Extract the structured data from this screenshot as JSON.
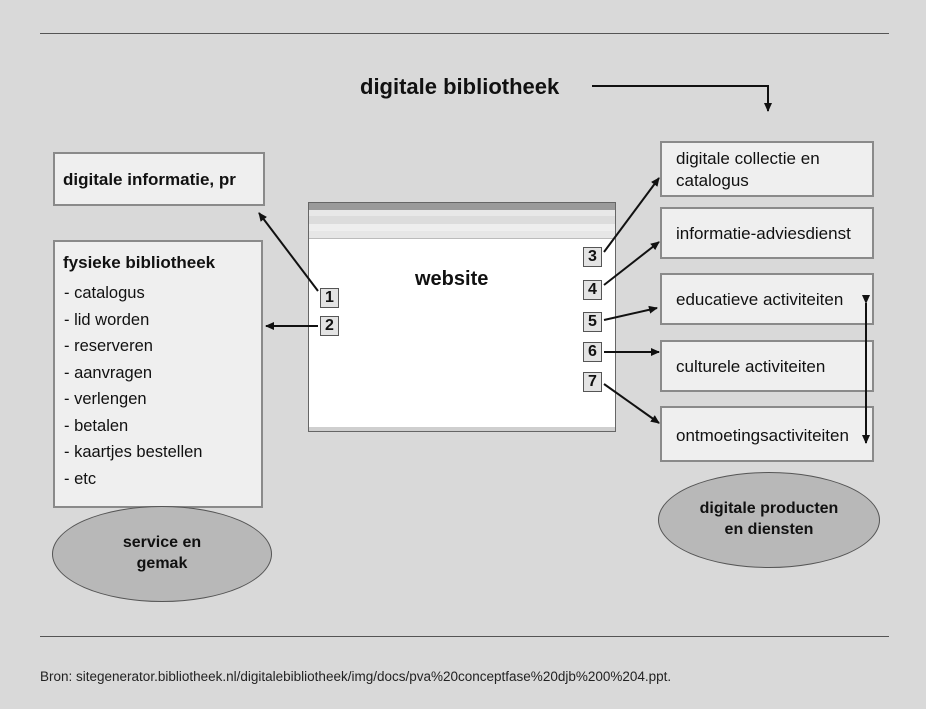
{
  "title": "digitale bibliotheek",
  "center_label": "website",
  "left": {
    "info_box": "digitale informatie, pr",
    "fysiek_title": "fysieke bibliotheek",
    "fysiek_items": [
      "- catalogus",
      "- lid worden",
      "- reserveren",
      "- aanvragen",
      "- verlengen",
      "- betalen",
      "- kaartjes bestellen",
      "- etc"
    ],
    "ellipse": "service en gemak"
  },
  "right": {
    "boxes": [
      "digitale collectie en catalogus",
      "informatie-adviesdienst",
      "educatieve activiteiten",
      "culturele activiteiten",
      "ontmoetingsactiviteiten"
    ],
    "ellipse": "digitale producten en diensten"
  },
  "numbers": [
    "1",
    "2",
    "3",
    "4",
    "5",
    "6",
    "7"
  ],
  "source": "Bron: sitegenerator.bibliotheek.nl/digitalebibliotheek/img/docs/pva%20conceptfase%20djb%200%204.ppt."
}
